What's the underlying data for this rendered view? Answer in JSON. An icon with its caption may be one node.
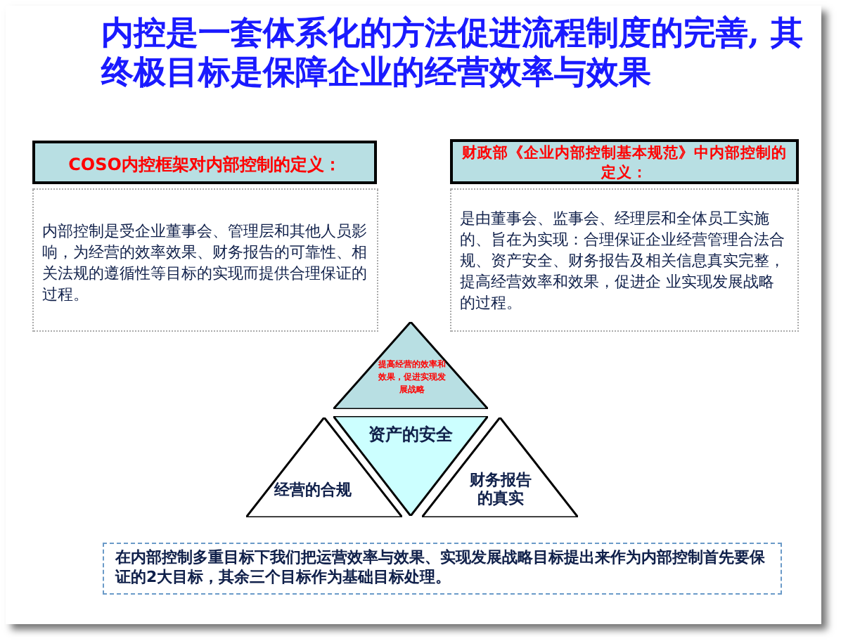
{
  "diagram": {
    "title": "内控是一套体系化的方法促进流程制度的完善, 其终极目标是保障企业的经营效率与效果",
    "nodes": [
      {
        "text": [
          "COSO内控框架对内部控制的定义："
        ]
      },
      {
        "text": [
          "内部控制是受企业董事会、管理层和其他人员影响，为经营的效率效果、财务报告的可靠性、相关法规的遵循性等目标的实现而提供合理保证的过程。"
        ]
      },
      {
        "text": [
          "财政部《企业内部控制基本规范》中内部控制的定义："
        ]
      },
      {
        "text": [
          "是由董事会、监事会、经理层和全体员工实施的、旨在为实现：合理保证企业经营管理合法合规、资产安全、财务报告及相关信息真实完整，提高经营效率和效果，促进企 业实现发展战略的过程。"
        ]
      },
      {
        "text": [
          "提高经营的效率和效果，促进实现发展战略"
        ]
      },
      {
        "text": [
          "资产的安全"
        ]
      },
      {
        "text": [
          "经营的合规"
        ]
      },
      {
        "text": [
          "财务报告的真实"
        ]
      },
      {
        "text": [
          "在内部控制多重目标下我们把运营效率与效果、实现发展战略目标提出来作为内部控制首先要保证的2大目标，其余三个目标作为基础目标处理。"
        ]
      }
    ]
  }
}
